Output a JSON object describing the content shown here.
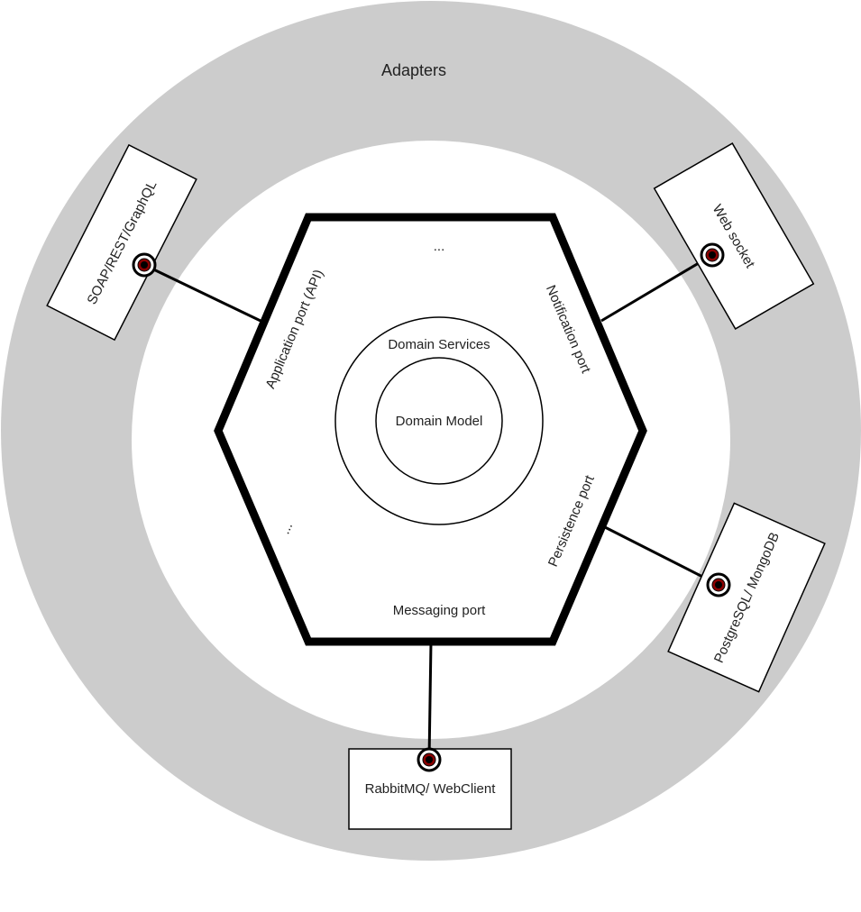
{
  "diagram": {
    "outer_ring_label": "Adapters",
    "domain_services_label": "Domain Services",
    "domain_model_label": "Domain Model",
    "ports": {
      "application": "Application port (API)",
      "notification": "Notification port",
      "persistence": "Persistence port",
      "messaging": "Messaging port",
      "top_ellipsis": "...",
      "left_ellipsis": "..."
    },
    "adapters": {
      "soap": "SOAP/REST/GraphQL",
      "websocket": "Web socket",
      "postgres": "PostgreSQL/ MongoDB",
      "rabbit": "RabbitMQ/ WebClient"
    },
    "colors": {
      "ring": "#cccccc",
      "stroke": "#000000",
      "connector_fill": "#8b0000",
      "background": "#ffffff"
    }
  }
}
